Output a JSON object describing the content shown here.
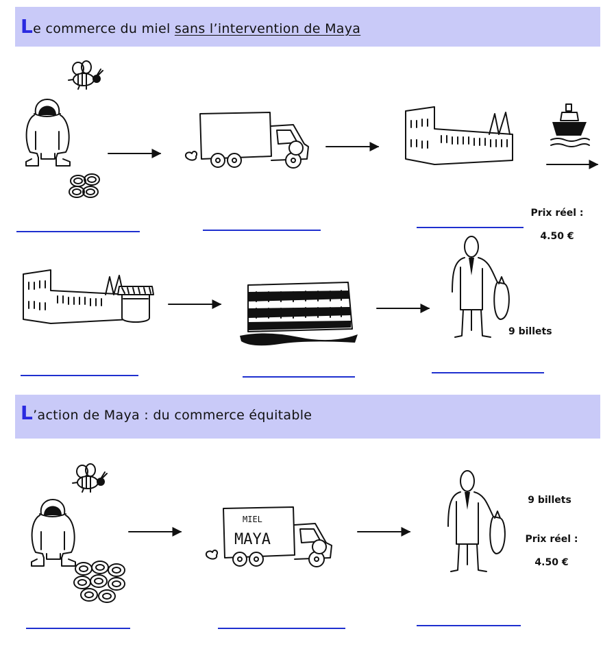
{
  "sections": {
    "without_maya": {
      "title_cap": "L",
      "title_rest": "e commerce du miel ",
      "title_underlined": "sans l’intervention de Maya"
    },
    "with_maya": {
      "title_cap": "L",
      "title_rest": "’action de Maya : du commerce équitable"
    }
  },
  "labels": {
    "price_label": "Prix réel :",
    "price_value": "4.50 €",
    "bills": "9 billets",
    "truck_sign_line1": "MIEL",
    "truck_sign_line2": "MAYA"
  },
  "colors": {
    "band": "#c9caf8",
    "blank_line": "#1e2fcf",
    "title_cap": "#2a2ae0"
  }
}
